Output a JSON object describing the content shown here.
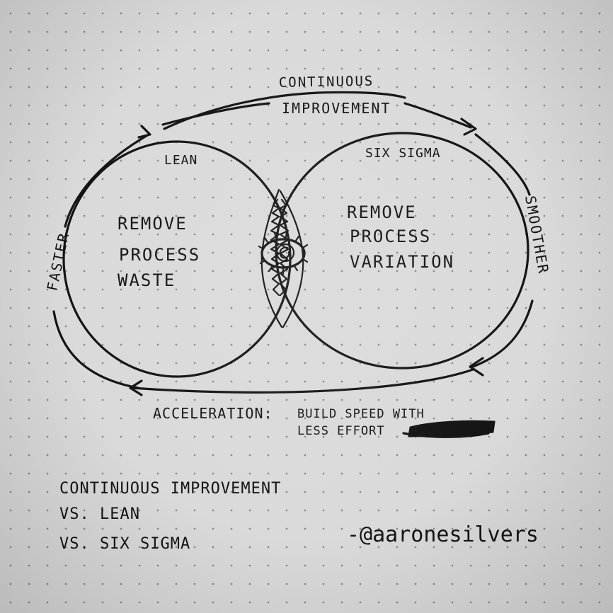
{
  "diagram": {
    "top_arc_label_line1": "Continuous",
    "top_arc_label_line2": "Improvement",
    "left_arc_label": "Faster",
    "right_arc_label": "Smoother",
    "bottom_label_line1_title": "Acceleration:",
    "bottom_label_line1_rest": "Build speed with",
    "bottom_label_line2": "less effort",
    "left_circle": {
      "title": "Lean",
      "body_line1": "Remove",
      "body_line2": "Process",
      "body_line3": "Waste"
    },
    "right_circle": {
      "title": "Six Sigma",
      "body_line1": "Remove",
      "body_line2": "Process",
      "body_line3": "Variation"
    }
  },
  "caption": {
    "line1": "Continuous Improvement",
    "line2": "vs. Lean",
    "line3": "vs. Six Sigma"
  },
  "signature": "-@aaronesilvers",
  "colors": {
    "ink": "#141414",
    "paper": "#dadada",
    "dots": "#8a8a8a"
  }
}
